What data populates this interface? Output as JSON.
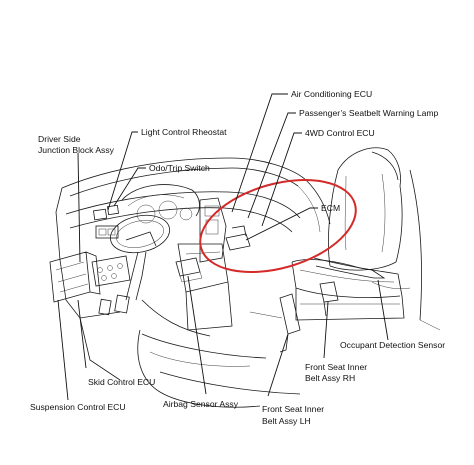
{
  "figure": {
    "labels": {
      "air_conditioning_ecu": "Air Conditioning ECU",
      "passenger_seatbelt_warning_lamp": "Passenger’s Seatbelt Warning Lamp",
      "four_wd_control_ecu": "4WD Control ECU",
      "light_control_rheostat": "Light Control Rheostat",
      "driver_side_jb_line1": "Driver Side",
      "driver_side_jb_line2": "Junction Block Assy",
      "odo_trip_switch": "Odo/Trip Switch",
      "ecm": "ECM",
      "occupant_detection_sensor": "Occupant Detection Sensor",
      "front_seat_inner_rh_line1": "Front Seat Inner",
      "front_seat_inner_rh_line2": "Belt Assy RH",
      "skid_control_ecu": "Skid Control ECU",
      "suspension_control_ecu": "Suspension Control ECU",
      "airbag_sensor_assy": "Airbag Sensor Assy",
      "front_seat_inner_lh_line1": "Front Seat Inner",
      "front_seat_inner_lh_line2": "Belt Assy LH"
    },
    "colors": {
      "highlight": "#d42a2a",
      "line": "#1a1a1a"
    }
  }
}
